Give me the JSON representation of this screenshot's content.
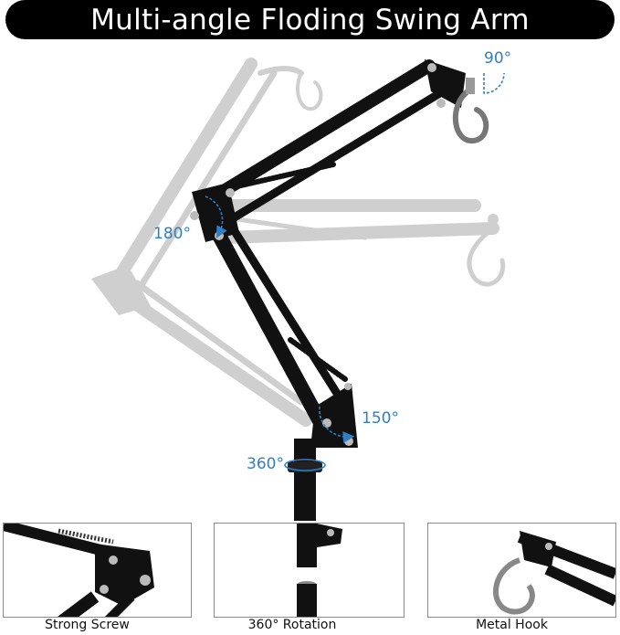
{
  "title": "Multi-angle Floding Swing Arm",
  "angles": {
    "top": "90°",
    "middle": "180°",
    "lower": "150°",
    "base": "360°"
  },
  "features": [
    {
      "label": "Strong Screw"
    },
    {
      "label": "360° Rotation"
    },
    {
      "label": "Metal Hook"
    }
  ],
  "colors": {
    "accent": "#2f7fc6",
    "arm": "#111111",
    "ghost_arm": "#c9c9c9",
    "title_bg": "#000000",
    "title_text": "#ffffff"
  }
}
